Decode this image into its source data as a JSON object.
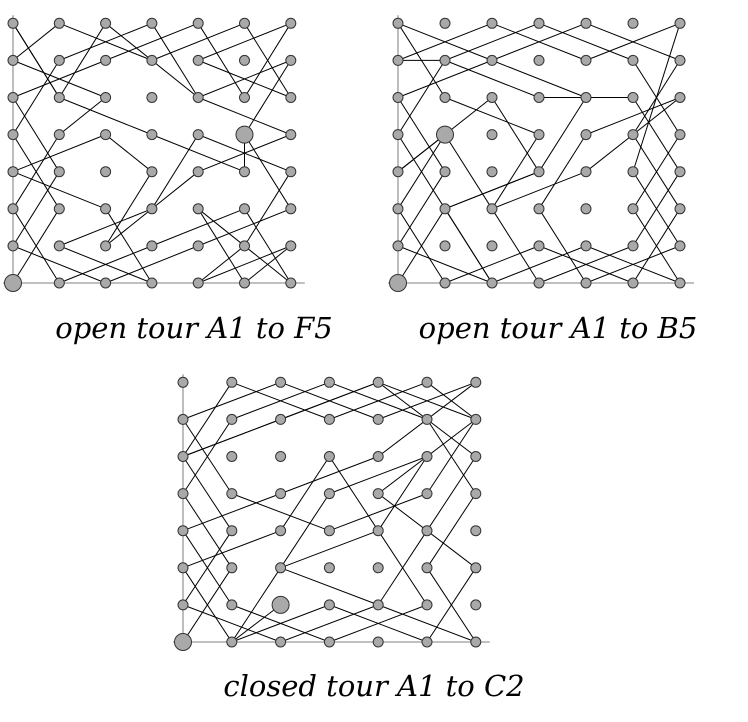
{
  "board": {
    "columns": 7,
    "rows": 8,
    "cells_per_board": 56
  },
  "colors": {
    "node_fill": "#a9a9a9",
    "node_stroke": "#333333",
    "edge": "#000000",
    "axis": "#9a9a9a"
  },
  "tours": [
    {
      "caption": "open tour A1 to F5",
      "type": "open",
      "start": "A1",
      "end": "F5",
      "squares": [
        "A1",
        "B3",
        "A5",
        "B7",
        "D8",
        "E6",
        "G7",
        "F5",
        "G3",
        "E2",
        "C1",
        "A2",
        "B4",
        "A6",
        "C7",
        "E8",
        "F6",
        "G8",
        "E7",
        "G6",
        "F8",
        "D7",
        "B8",
        "A7",
        "C6",
        "B5",
        "A3",
        "B1",
        "D2",
        "F3",
        "G1",
        "E3",
        "F1",
        "G2",
        "E1",
        "F2",
        "G4",
        "E5",
        "D3",
        "B2",
        "D1",
        "C3",
        "A4",
        "C5",
        "D4",
        "C2",
        "E4",
        "G5",
        "E6",
        "C8",
        "B6",
        "A8",
        "B6",
        "D5",
        "F4",
        "F5"
      ]
    },
    {
      "caption": "open tour A1 to B5",
      "type": "open",
      "start": "A1",
      "end": "B5",
      "squares": [
        "A1",
        "B3",
        "A5",
        "B7",
        "D8",
        "F7",
        "G5",
        "F3",
        "G1",
        "E2",
        "C1",
        "A2",
        "B4",
        "A6",
        "C7",
        "E8",
        "G7",
        "F5",
        "G3",
        "F1",
        "D2",
        "B1",
        "A3",
        "B5",
        "C3",
        "E4",
        "G6",
        "E5",
        "D3",
        "E1",
        "G2",
        "F4",
        "G8",
        "E7",
        "C8",
        "A7",
        "B7",
        "D6",
        "F6",
        "G4",
        "F2",
        "D1",
        "C3",
        "D5",
        "B6",
        "A8",
        "C7",
        "E6",
        "D4",
        "B3",
        "C1",
        "B3",
        "D4",
        "C6",
        "A4",
        "B5"
      ]
    },
    {
      "caption": "closed tour A1 to C2",
      "type": "closed",
      "start": "A1",
      "end": "C2",
      "squares": [
        "A1",
        "B3",
        "A5",
        "B7",
        "D8",
        "F7",
        "G5",
        "F3",
        "G1",
        "E2",
        "C1",
        "A2",
        "B4",
        "A6",
        "C7",
        "E8",
        "G7",
        "E5",
        "G3",
        "F1",
        "D2",
        "B1",
        "A3",
        "C4",
        "D6",
        "E4",
        "F2",
        "D1",
        "B2",
        "A4",
        "C5",
        "E6",
        "G8",
        "E7",
        "C8",
        "A7",
        "B5",
        "D4",
        "F5",
        "G7",
        "F8",
        "D7",
        "B8",
        "A6",
        "C7",
        "E8",
        "G6",
        "F4",
        "E2",
        "C3",
        "E4",
        "F6",
        "D5",
        "C3",
        "B1",
        "C2"
      ]
    }
  ]
}
